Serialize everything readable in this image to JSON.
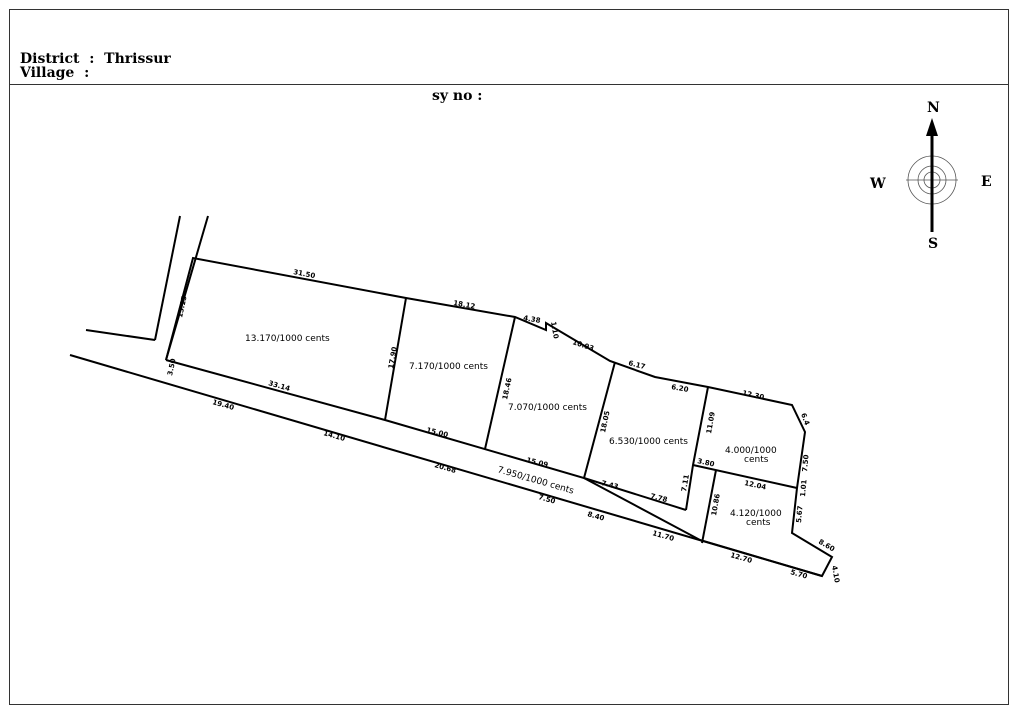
{
  "header": {
    "district_label": "District",
    "district_value": "Thrissur",
    "village_label": "Village",
    "village_value": ""
  },
  "survey": {
    "label": "sy no",
    "value": ""
  },
  "compass": {
    "north": "N",
    "south": "S",
    "east": "E",
    "west": "W"
  },
  "plots": [
    {
      "id": "plot-1",
      "area": "13.170/1000 cents"
    },
    {
      "id": "plot-2",
      "area": "7.170/1000 cents"
    },
    {
      "id": "plot-3",
      "area": "7.070/1000 cents"
    },
    {
      "id": "plot-4",
      "area": "6.530/1000 cents"
    },
    {
      "id": "plot-5",
      "area_line1": "4.000/1000",
      "area_line2": "cents"
    },
    {
      "id": "plot-6",
      "area_line1": "4.120/1000",
      "area_line2": "cents"
    },
    {
      "id": "road",
      "area": "7.950/1000 cents"
    }
  ],
  "measurements": {
    "m_31_50": "31.50",
    "m_18_12": "18.12",
    "m_4_38": "4.38",
    "m_1_10": "1.10",
    "m_10_93": "10.93",
    "m_6_17": "6.17",
    "m_6_20": "6.20",
    "m_12_30": "12.30",
    "m_6_4": "6.4",
    "m_15_15": "15.15",
    "m_3_50": "3.50",
    "m_33_14": "33.14",
    "m_17_90": "17.90",
    "m_15_00": "15.00",
    "m_18_46": "18.46",
    "m_15_09": "15.09",
    "m_18_05": "18.05",
    "m_7_43": "7.43",
    "m_7_78": "7.78",
    "m_7_11": "7.11",
    "m_11_09": "11.09",
    "m_3_80": "3.80",
    "m_7_50": "7.50",
    "m_12_04": "12.04",
    "m_1_01": "1.01",
    "m_10_86": "10.86",
    "m_5_67": "5.67",
    "m_19_40": "19.40",
    "m_14_10": "14.10",
    "m_20_68": "20.68",
    "m_7_50b": "7.50",
    "m_8_40": "8.40",
    "m_11_70": "11.70",
    "m_12_70": "12.70",
    "m_5_70": "5.70",
    "m_8_60": "8.60",
    "m_4_10": "4.10"
  }
}
